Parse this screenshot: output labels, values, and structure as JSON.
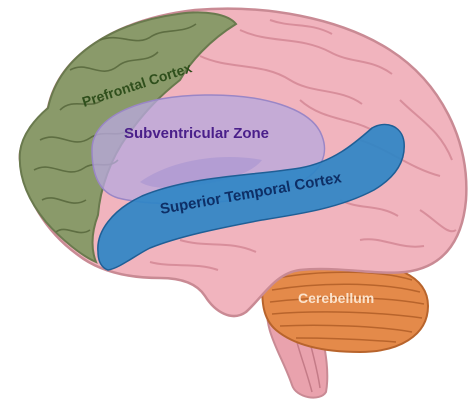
{
  "labels": {
    "prefrontal": "Prefrontal Cortex",
    "subventricular": "Subventricular Zone",
    "superior_temporal": "Superior Temporal Cortex",
    "cerebellum": "Cerebellum"
  },
  "colors": {
    "cerebrum": "#f1b4be",
    "cerebrum_stroke": "#c98a94",
    "gyri": "#d88e9b",
    "prefrontal": "#8a9a6a",
    "prefrontal_stroke": "#6a7a4e",
    "prefrontal_text": "#2f4f1c",
    "subventricular": "#b9a8dc",
    "subventricular_text": "#4a1f8a",
    "temporal": "#2f86c6",
    "temporal_text": "#0e2f66",
    "cerebellum": "#e48a4a",
    "cerebellum_text": "#fbe3cc",
    "brainstem": "#e9a2ad"
  }
}
